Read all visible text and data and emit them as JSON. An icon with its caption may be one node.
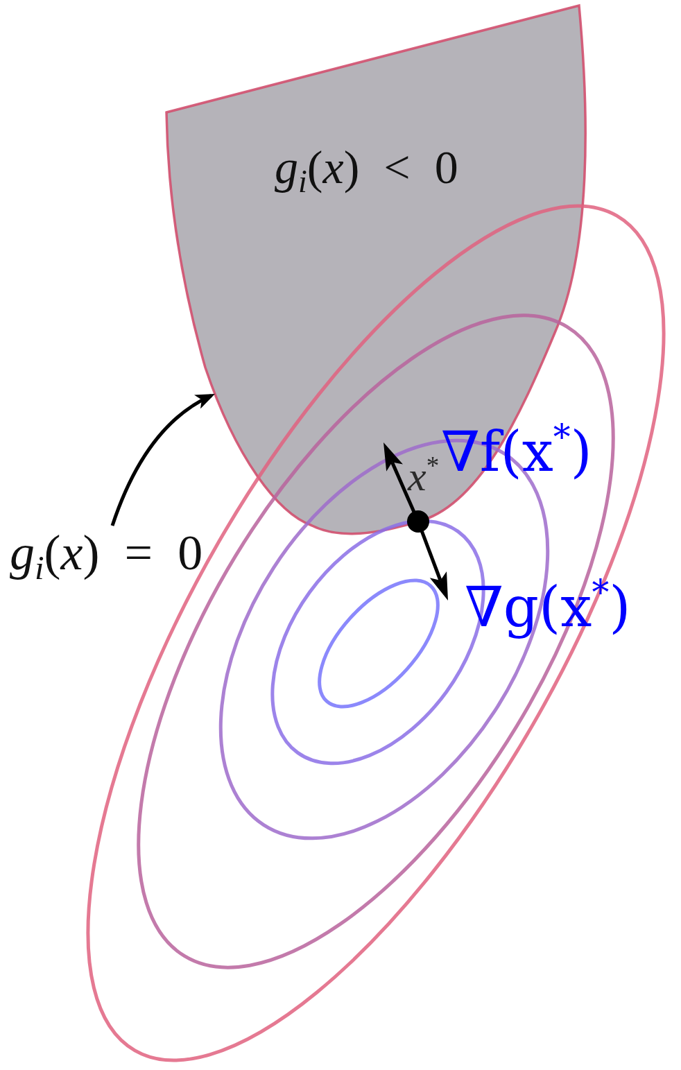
{
  "diagram": {
    "nodes": [
      {
        "text": [
          "*g*$_{i}$(*x*) < 0"
        ]
      },
      {
        "text": [
          "*g*$_{i}$(*x*) = 0"
        ]
      }
    ],
    "edges": [
      {
        "from": 1,
        "to": 0,
        "arrow": "to"
      }
    ],
    "labels": [
      "∇f(x$^{*}$)",
      "*x*$^{*}$",
      "∇g(x$^{*}$)"
    ]
  }
}
